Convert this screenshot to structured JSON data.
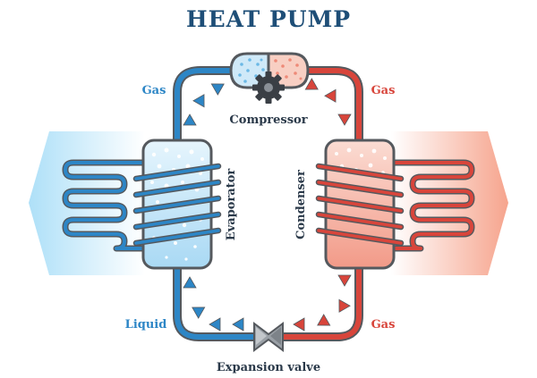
{
  "diagram": {
    "title": "HEAT PUMP",
    "components": {
      "compressor": "Compressor",
      "evaporator": "Evaporator",
      "condenser": "Condenser",
      "expansion_valve": "Expansion valve"
    },
    "states": {
      "top_left": "Gas",
      "top_right": "Gas",
      "bottom_left": "Liquid",
      "bottom_right": "Gas"
    },
    "colors": {
      "cold": "#2d86c6",
      "hot": "#d8453b",
      "title": "#1e4e77",
      "outline": "#55595e"
    }
  }
}
